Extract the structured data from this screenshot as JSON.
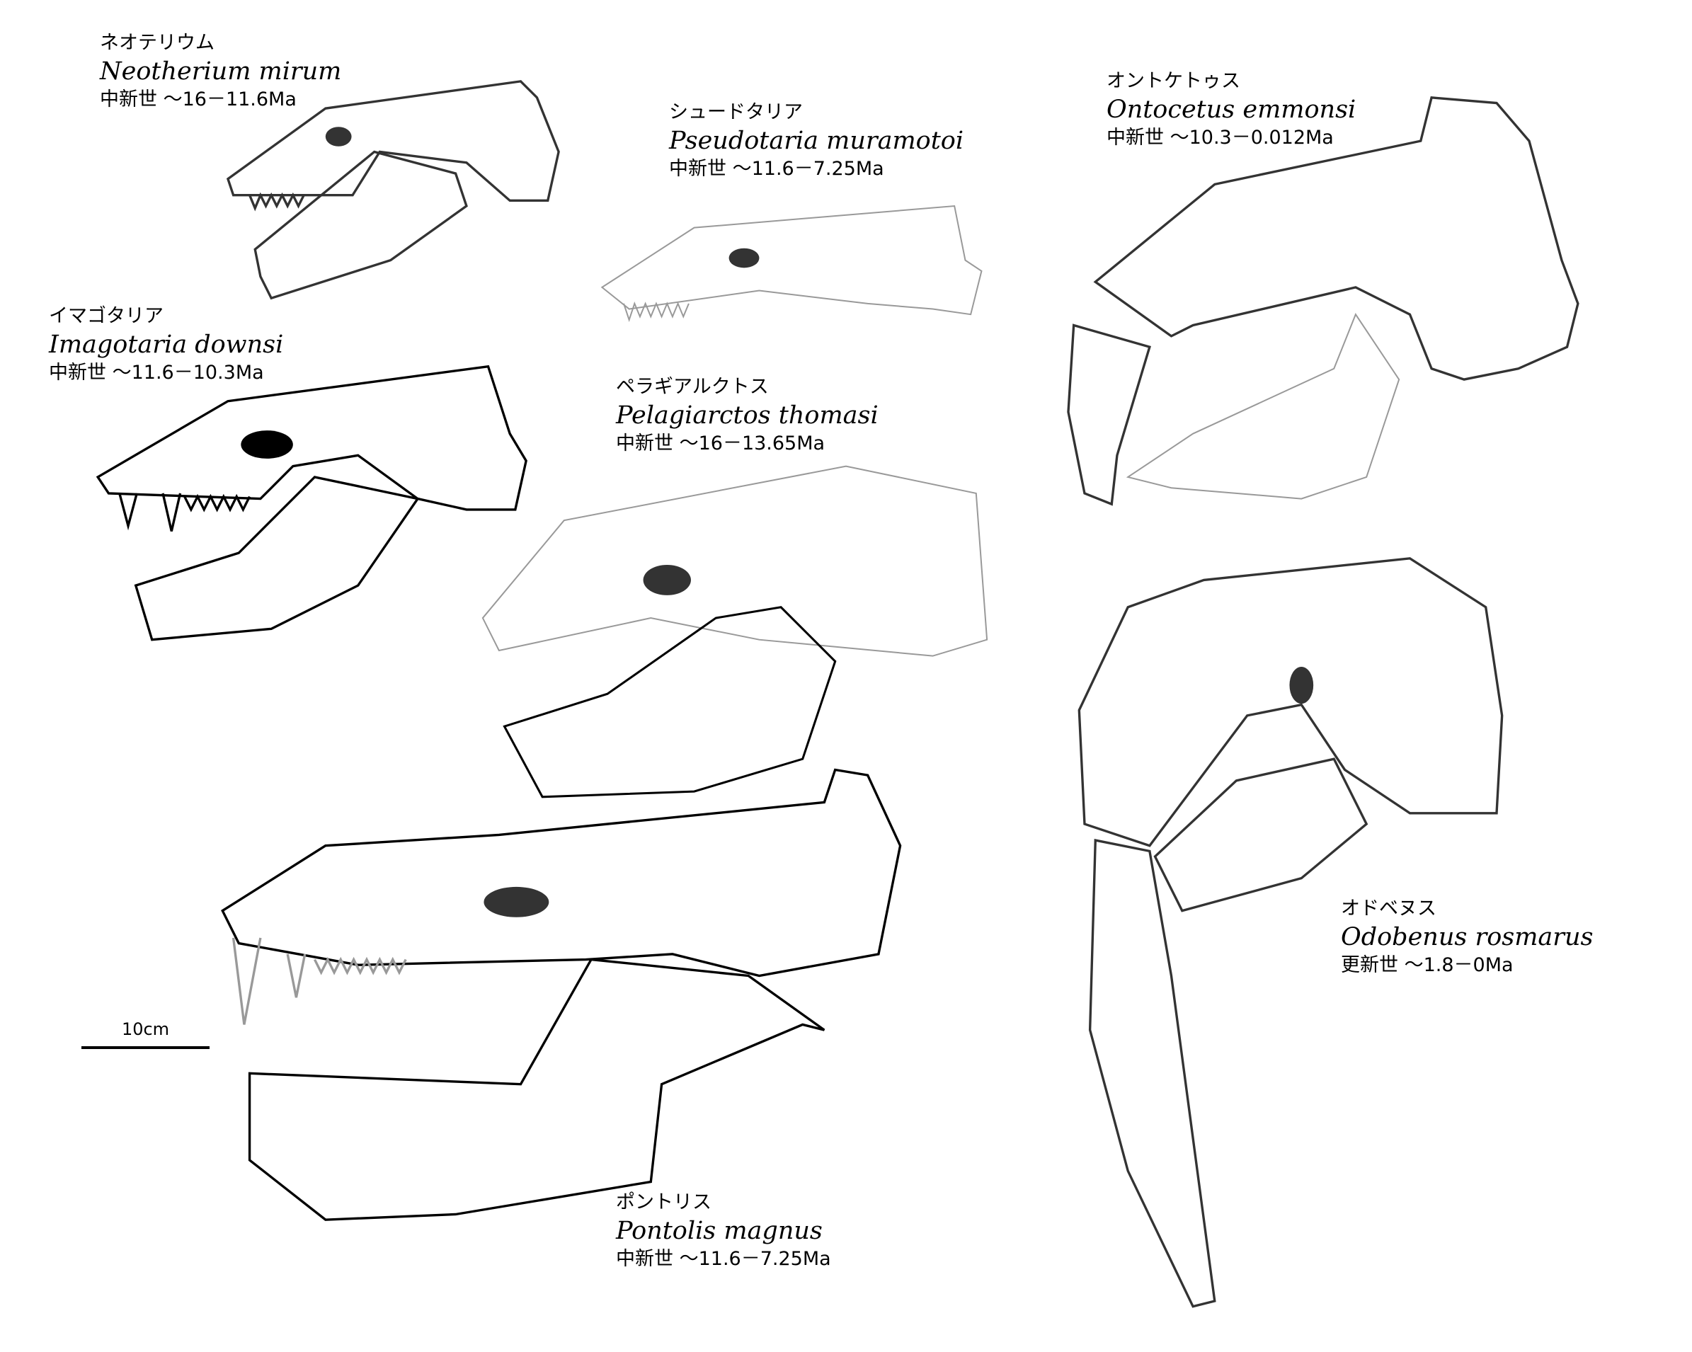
{
  "species": [
    {
      "jp": "ネオテリウム",
      "sci": "Neotherium mirum",
      "age": "中新世 ～16－11.6Ma"
    },
    {
      "jp": "シュードタリア",
      "sci": "Pseudotaria muramotoi",
      "age": "中新世 ～11.6－7.25Ma"
    },
    {
      "jp": "オントケトゥス",
      "sci": "Ontocetus emmonsi",
      "age": "中新世 ～10.3－0.012Ma"
    },
    {
      "jp": "イマゴタリア",
      "sci": "Imagotaria downsi",
      "age": "中新世 ～11.6－10.3Ma"
    },
    {
      "jp": "ペラギアルクトス",
      "sci": "Pelagiarctos thomasi",
      "age": "中新世 ～16－13.65Ma"
    },
    {
      "jp": "ポントリス",
      "sci": "Pontolis magnus",
      "age": "中新世 ～11.6－7.25Ma"
    },
    {
      "jp": "オドベヌス",
      "sci": "Odobenus rosmarus",
      "age": "更新世 ～1.8－0Ma"
    }
  ],
  "scale_bar": {
    "label": "10cm"
  }
}
